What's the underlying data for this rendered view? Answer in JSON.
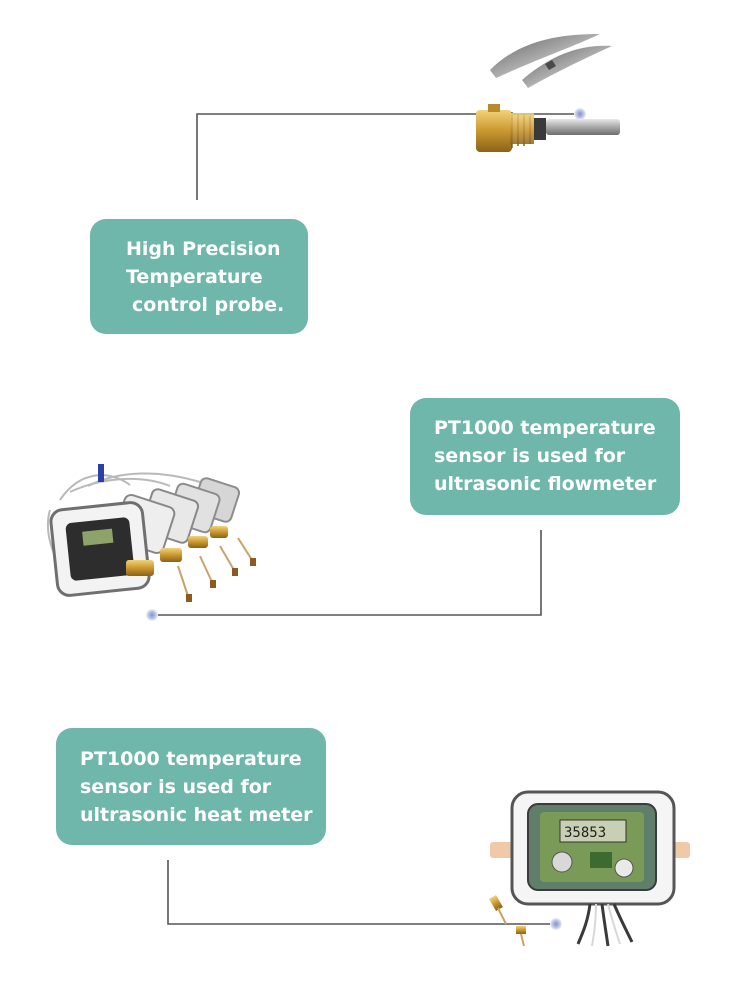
{
  "callouts": [
    {
      "lines": [
        "High Precision",
        "Temperature",
        "control probe."
      ]
    },
    {
      "lines": [
        "PT1000 temperature",
        "sensor is used for",
        "ultrasonic flowmeter"
      ]
    },
    {
      "lines": [
        "PT1000 temperature",
        "sensor is used for",
        "ultrasonic heat meter"
      ]
    }
  ],
  "meter_display": "35853",
  "colors": {
    "callout_bg": "#6fb7ab",
    "callout_text": "#ffffff",
    "connector": "#555555",
    "dot": "#a9b8dc"
  },
  "icons": [
    "temperature-probe-icon",
    "flowmeter-group-icon",
    "heat-meter-icon"
  ]
}
